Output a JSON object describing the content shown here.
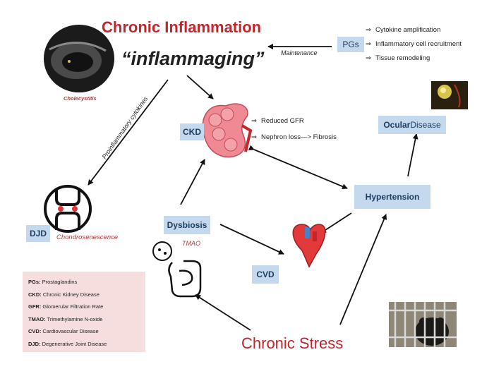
{
  "title": "Chronic Inflammation",
  "subtitle": "“inflammaging”",
  "images": {
    "cholecystitis_caption": "Cholecystitis",
    "joint_caption": "Chondrosenescence",
    "tmao_caption": "TMAO"
  },
  "pgs": {
    "label": "PGs",
    "arrow_label": "Maintenance",
    "effects": [
      "Cytokine amplification",
      "Inflammatory cell recruitment",
      "Tissue remodeling"
    ],
    "bullet_glyph": "⇒"
  },
  "ckd": {
    "label": "CKD",
    "effects": [
      "Reduced  GFR",
      "Nephron loss—> Fibrosis"
    ]
  },
  "nodes": {
    "djd": "DJD",
    "dysbiosis": "Dysbiosis",
    "cvd": "CVD",
    "hypertension": "Hypertension",
    "ocular_bold": "Ocular",
    "ocular_rest": " Disease",
    "stress": "Chronic Stress"
  },
  "arrow_labels": {
    "proinflammatory": "Proinflammatory cytokines"
  },
  "legend": [
    {
      "abbr": "PGs:",
      "text": " Prostaglandins"
    },
    {
      "abbr": "CKD:",
      "text": " Chronic Kidney Disease"
    },
    {
      "abbr": "GFR:",
      "text": " Glomerular Filtration Rate"
    },
    {
      "abbr": "TMAO:",
      "text": " Trimethylamine N-oxide"
    },
    {
      "abbr": "CVD:",
      "text": " Cardiovascular Disease"
    },
    {
      "abbr": "DJD:",
      "text": " Degenerative Joint Disease"
    }
  ],
  "colors": {
    "title_red": "#c0262c",
    "box_fill": "#c5d9ee",
    "box_text": "#1f3d63",
    "legend_fill": "#f7dede",
    "caption_red": "#b03a3a"
  }
}
